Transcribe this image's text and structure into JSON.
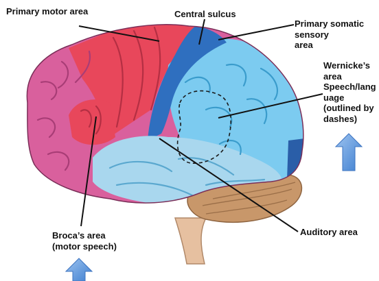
{
  "labels": {
    "primary_motor": "Primary motor area",
    "central_sulcus": "Central sulcus",
    "somatic": [
      "Primary somatic",
      "sensory",
      "area"
    ],
    "wernicke": [
      "Wernicke’s",
      "area",
      "Speech/lang",
      "uage",
      "(outlined by",
      "dashes)"
    ],
    "broca": [
      "Broca’s area",
      "(motor speech)"
    ],
    "auditory": "Auditory area"
  },
  "colors": {
    "frontal_pink": "#d9609d",
    "motor_red": "#e8475b",
    "sensory_blue": "#2f6fbf",
    "temporal_light_blue": "#a9d7ee",
    "parietal_blue": "#7ccbf0",
    "cerebellum_tan": "#c8976a",
    "arrow_blue": "#5b93d8"
  },
  "icons": [
    "up-arrow-icon",
    "up-arrow-icon"
  ]
}
